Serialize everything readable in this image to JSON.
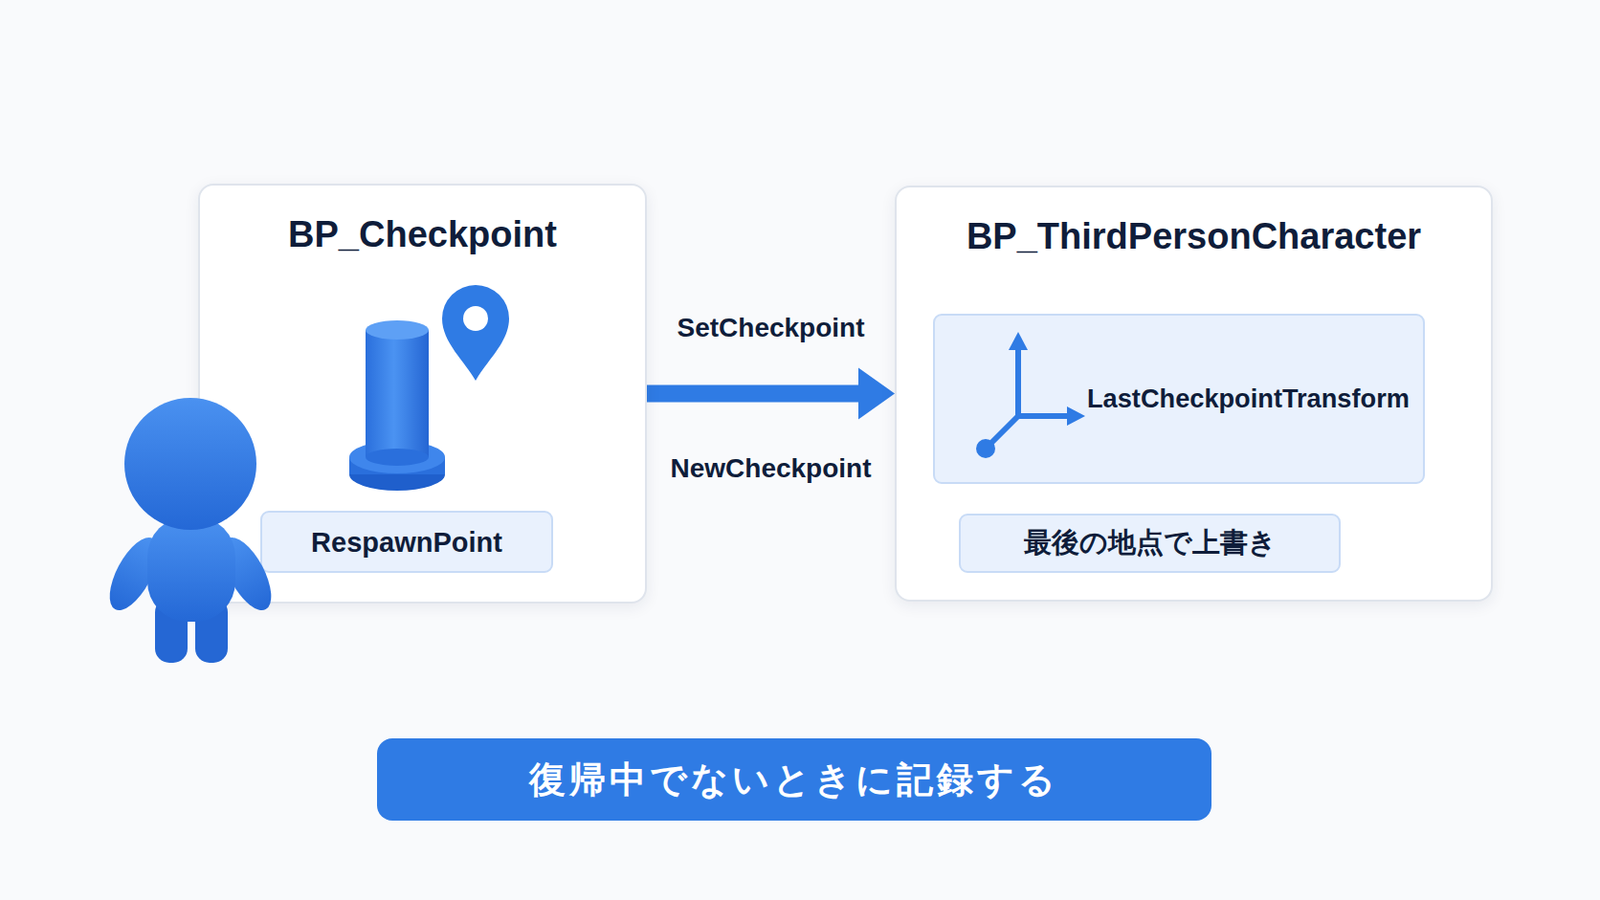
{
  "diagram": {
    "caption": "復帰中でないときに記録する",
    "nodes": [
      {
        "text": [
          "BP_Checkpoint"
        ]
      },
      {
        "text": [
          "RespawnPoint"
        ],
        "in": 0
      },
      {
        "text": [
          "BP_ThirdPersonCharacter"
        ]
      },
      {
        "text": [
          "LastCheckpointTransform"
        ],
        "in": 2
      },
      {
        "text": [
          "最後の地点で上書き"
        ],
        "in": 2
      }
    ],
    "edges": [
      {
        "from": 0,
        "to": 2,
        "arrow": "to",
        "label": "SetCheckpoint"
      }
    ],
    "labels": [
      "NewCheckpoint"
    ]
  }
}
